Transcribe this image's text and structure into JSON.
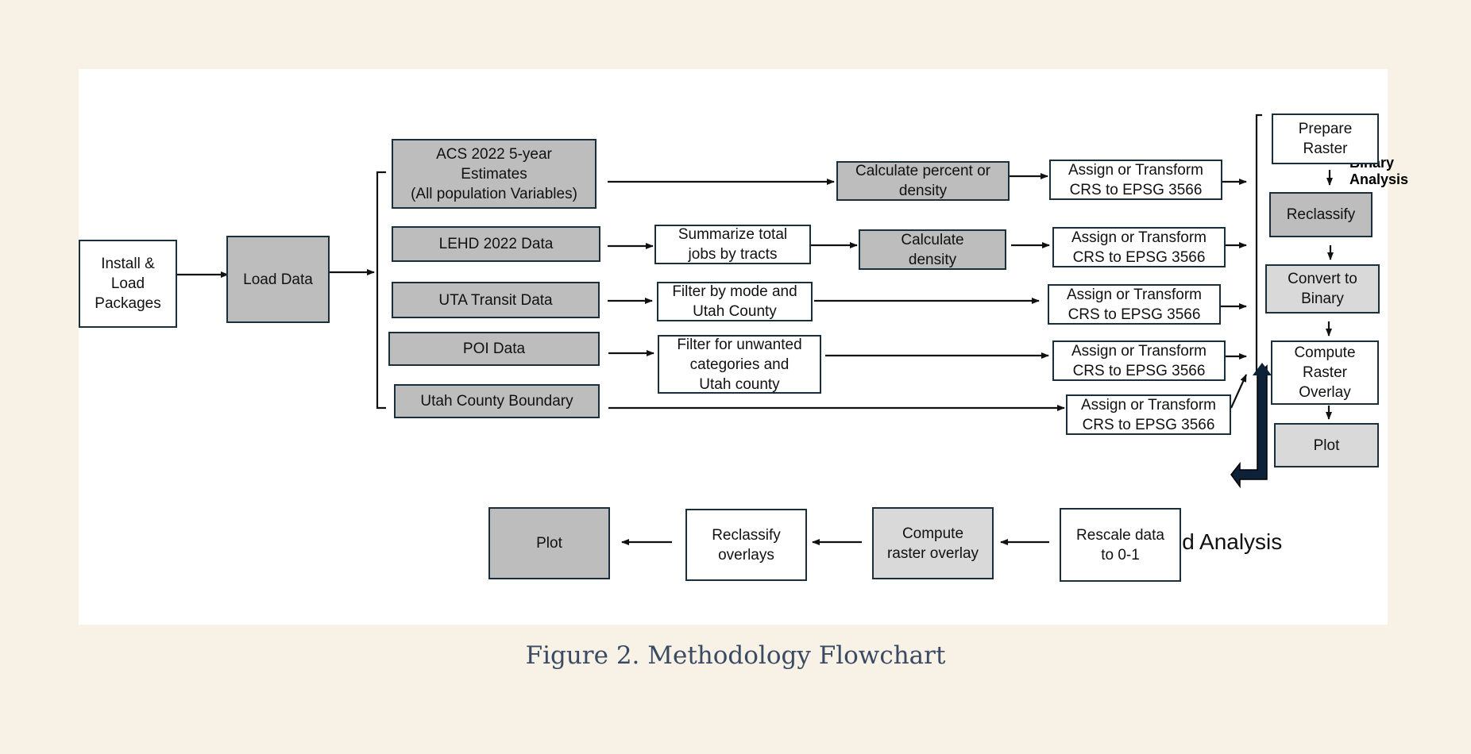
{
  "diagram": {
    "nodes": {
      "install": "Install &\nLoad\nPackages",
      "load": "Load Data",
      "acs": "ACS 2022 5-year\nEstimates\n(All population Variables)",
      "lehd": "LEHD 2022 Data",
      "uta": "UTA Transit Data",
      "poi": "POI Data",
      "boundary": "Utah County Boundary",
      "summarize": "Summarize total\njobs by tracts",
      "filter_mode": "Filter by mode and\nUtah County",
      "filter_cat": "Filter for unwanted\ncategories and\nUtah county",
      "calc_pct": "Calculate percent or\ndensity",
      "calc_density": "Calculate\ndensity",
      "crs1": "Assign or Transform\nCRS to EPSG 3566",
      "crs2": "Assign or Transform\nCRS to EPSG 3566",
      "crs3": "Assign or Transform\nCRS to EPSG 3566",
      "crs4": "Assign or Transform\nCRS to EPSG 3566",
      "crs5": "Assign or Transform\nCRS to EPSG 3566",
      "prepare": "Prepare\nRaster",
      "reclassify": "Reclassify",
      "convert": "Convert to\nBinary",
      "compute_overlay": "Compute\nRaster\nOverlay",
      "plot_binary": "Plot",
      "rescale": "Rescale data\nto 0-1",
      "compute_w": "Compute\nraster overlay",
      "reclass_w": "Reclassify\noverlays",
      "plot_w": "Plot"
    },
    "binary_title": "Binary Analysis",
    "weighted_title": "Weighted Analysis"
  },
  "caption": "Figure 2. Methodology Flowchart"
}
